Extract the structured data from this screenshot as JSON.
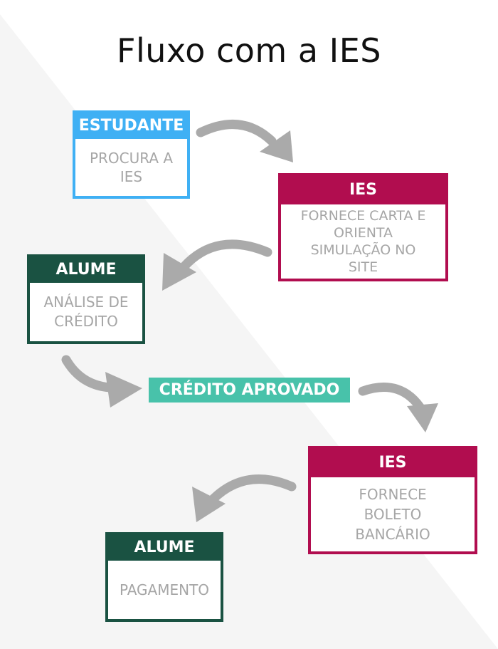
{
  "title": "Fluxo com a IES",
  "colors": {
    "estudante": "#3fb0f4",
    "ies": "#b10d4f",
    "alume": "#1a5242",
    "approved": "#48c2aa",
    "arrow": "#aaaaaa",
    "body_text": "#a6a6a6",
    "background_grey": "#f5f5f5"
  },
  "steps": {
    "estudante": {
      "header": "ESTUDANTE",
      "body": "PROCURA A IES"
    },
    "ies_1": {
      "header": "IES",
      "body": "FORNECE CARTA E ORIENTA SIMULAÇÃO NO SITE"
    },
    "alume_1": {
      "header": "ALUME",
      "body": "ANÁLISE DE CRÉDITO"
    },
    "approved": {
      "label": "CRÉDITO APROVADO"
    },
    "ies_2": {
      "header": "IES",
      "body": "FORNECE BOLETO BANCÁRIO"
    },
    "alume_2": {
      "header": "ALUME",
      "body": "PAGAMENTO"
    }
  }
}
